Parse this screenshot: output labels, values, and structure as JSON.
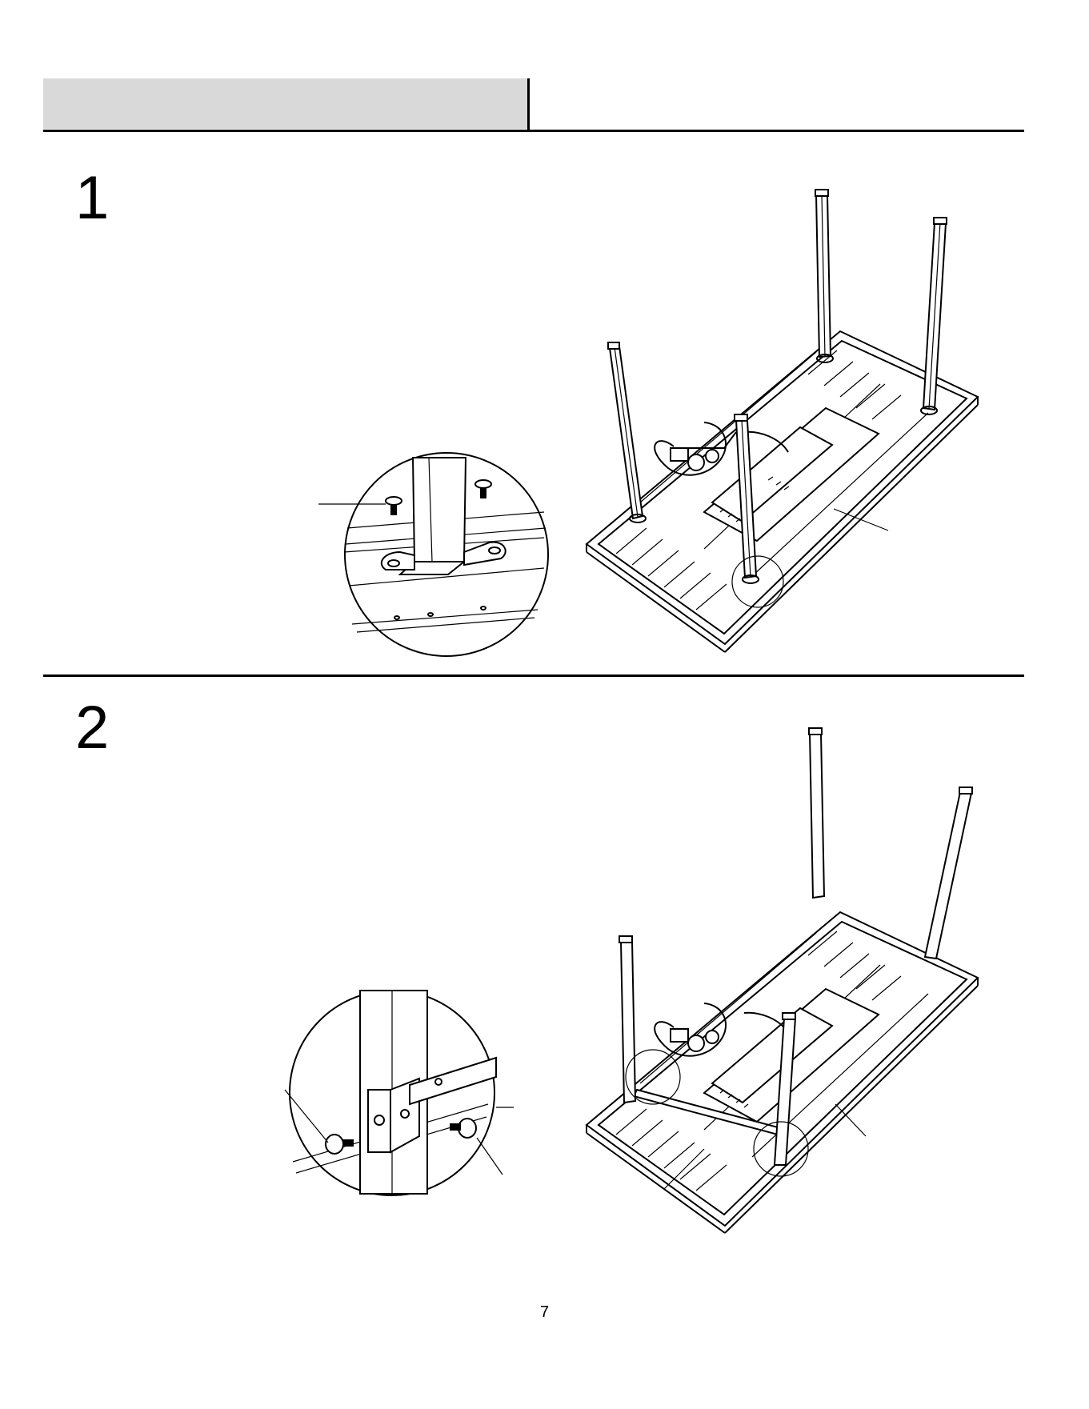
{
  "header": {
    "left_text": "",
    "right_text": ""
  },
  "steps": [
    {
      "number": "1"
    },
    {
      "number": "2"
    }
  ],
  "footer": {
    "page_number": "7"
  },
  "icons": {
    "step1_table": "table-underside-legs-icon",
    "step1_detail": "leg-bolt-detail-icon",
    "step2_table": "table-underside-crossbar-icon",
    "step2_detail": "crossbar-bracket-detail-icon"
  }
}
